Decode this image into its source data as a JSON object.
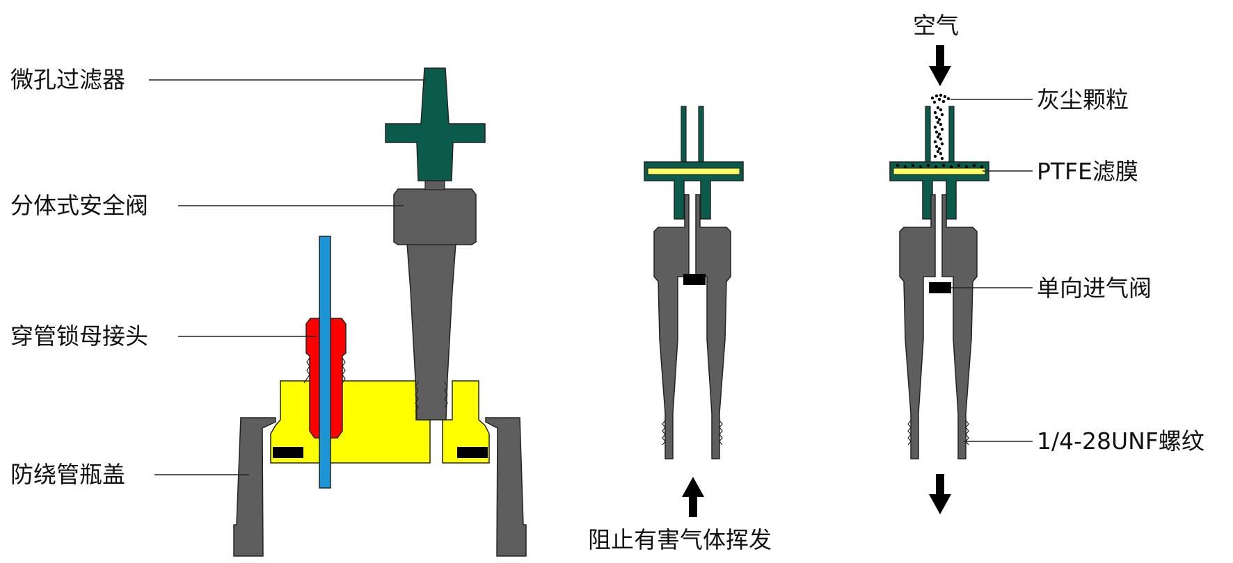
{
  "labels": {
    "micro_filter": "微孔过滤器",
    "split_safety_valve": "分体式安全阀",
    "lock_nut_fitting": "穿管锁母接头",
    "anti_wind_cap": "防绕管瓶盖",
    "air": "空气",
    "dust": "灰尘颗粒",
    "ptfe": "PTFE滤膜",
    "check_valve": "单向进气阀",
    "thread": "1/4-28UNF螺纹",
    "prevent_gas": "阻止有害气体挥发"
  },
  "colors": {
    "valve_gray": "#5e5e5e",
    "filter_green": "#0b5b4c",
    "cap_yellow": "#ffff00",
    "nut_red": "#ff0000",
    "tube_blue": "#1b95d6",
    "membrane_yellow": "#ffff66",
    "black": "#000000"
  }
}
